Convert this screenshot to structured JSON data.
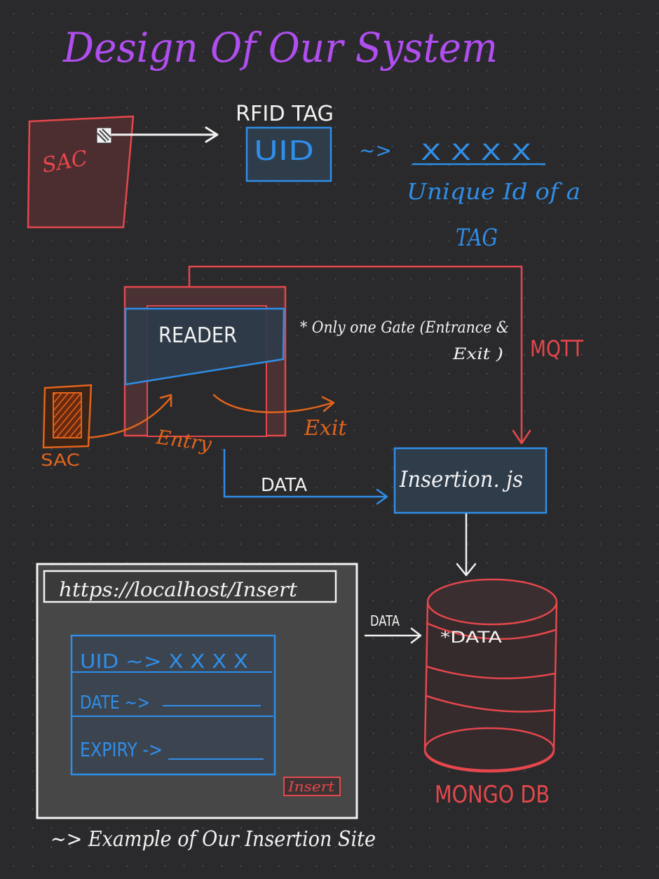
{
  "title": "Design Of Our System",
  "rfid": {
    "card_label": "SAC",
    "tag_heading": "RFID TAG",
    "uid_label": "UID",
    "tilde_arrow": "~>",
    "uid_value": "X X X X",
    "uid_note_line1": "Unique Id of a",
    "uid_note_line2": "TAG"
  },
  "gate": {
    "reader_label": "READER",
    "note_line1": "* Only one Gate (Entrance &",
    "note_line2": "Exit )",
    "mqtt_label": "MQTT",
    "sac_label": "SAC",
    "entry_label": "Entry",
    "exit_label": "Exit",
    "data_label": "DATA",
    "insertion_label": "Insertion. js"
  },
  "site": {
    "url": "https://localhost/Insert",
    "uid_row": "UID ~> X X X X",
    "date_row": "DATE ~>",
    "expiry_row": "EXPIRY ->",
    "insert_button": "Insert",
    "data_arrow_label": "DATA",
    "caption": "~> Example of Our Insertion Site"
  },
  "db": {
    "data_label": "*DATA",
    "name": "MONGO DB"
  },
  "colors": {
    "title": "#b04ef0",
    "white": "#f2f2f2",
    "blue": "#2f8ee8",
    "red": "#e5474c",
    "orange": "#e2641c"
  }
}
